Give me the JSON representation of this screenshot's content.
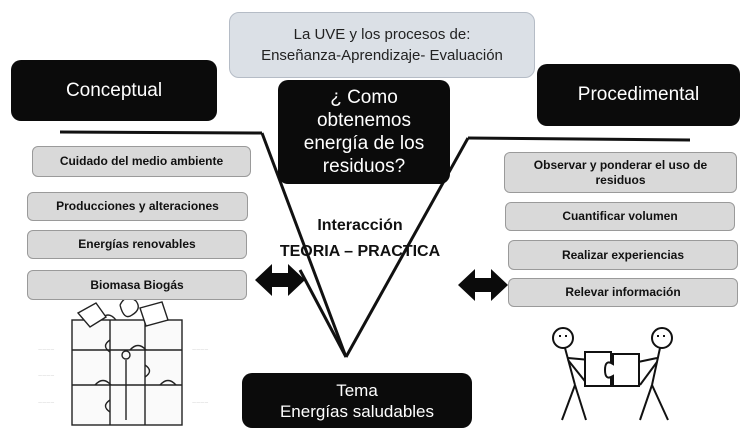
{
  "title": {
    "line1": "La UVE y los procesos de:",
    "line2": "Enseñanza-Aprendizaje- Evaluación"
  },
  "conceptual": {
    "label": "Conceptual"
  },
  "procedimental": {
    "label": "Procedimental"
  },
  "question": {
    "lines": [
      "¿ Como",
      "obtenemos",
      "energía de los",
      "residuos?"
    ]
  },
  "interaccion": {
    "line1": "Interacción",
    "line2": "TEORIA –  PRACTICA"
  },
  "tema": {
    "line1": "Tema",
    "line2": "Energías saludables"
  },
  "conceptual_items": [
    "Cuidado del medio ambiente",
    "Producciones y alteraciones",
    "Energías renovables",
    "Biomasa Biogás"
  ],
  "procedimental_items": [
    "Observar y ponderar el uso de residuos",
    "Cuantificar volumen",
    "Realizar experiencias",
    "Relevar información"
  ],
  "colors": {
    "dark_box": "#0b0b0b",
    "title_box": "#dbe0e6",
    "item_box": "#d9d9d9"
  }
}
